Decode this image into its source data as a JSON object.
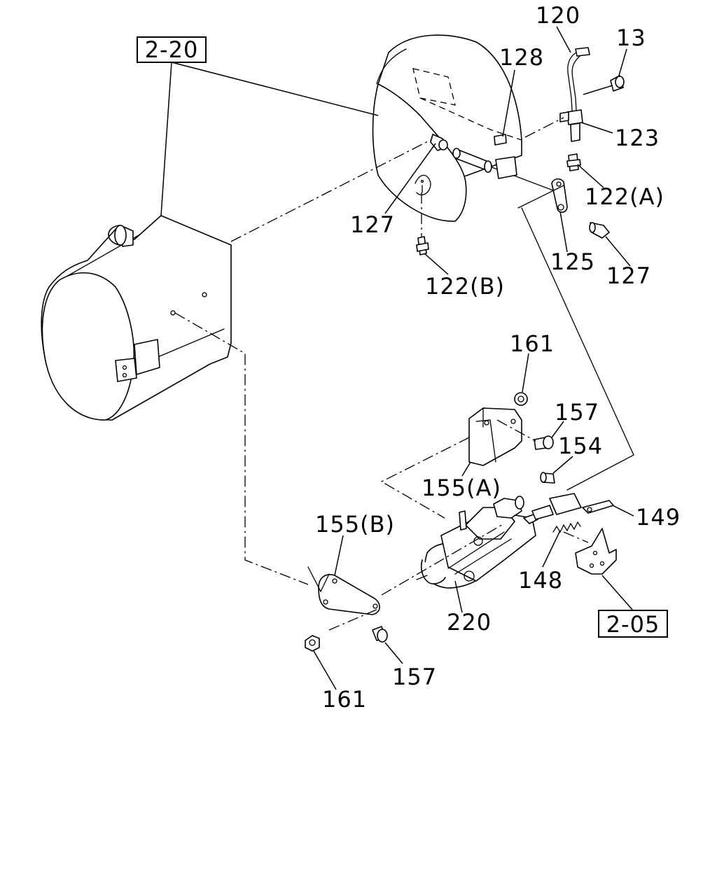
{
  "diagram": {
    "references": {
      "ref_top": "2-20",
      "ref_bottom": "2-05"
    },
    "labels": {
      "l120": "120",
      "l13": "13",
      "l128": "128",
      "l123": "123",
      "l122a": "122(A)",
      "l127_left": "127",
      "l127_right": "127",
      "l125": "125",
      "l122b": "122(B)",
      "l161_top": "161",
      "l157_top": "157",
      "l154": "154",
      "l155a": "155(A)",
      "l155b": "155(B)",
      "l149": "149",
      "l148": "148",
      "l220": "220",
      "l157_bottom": "157",
      "l161_bottom": "161"
    }
  }
}
